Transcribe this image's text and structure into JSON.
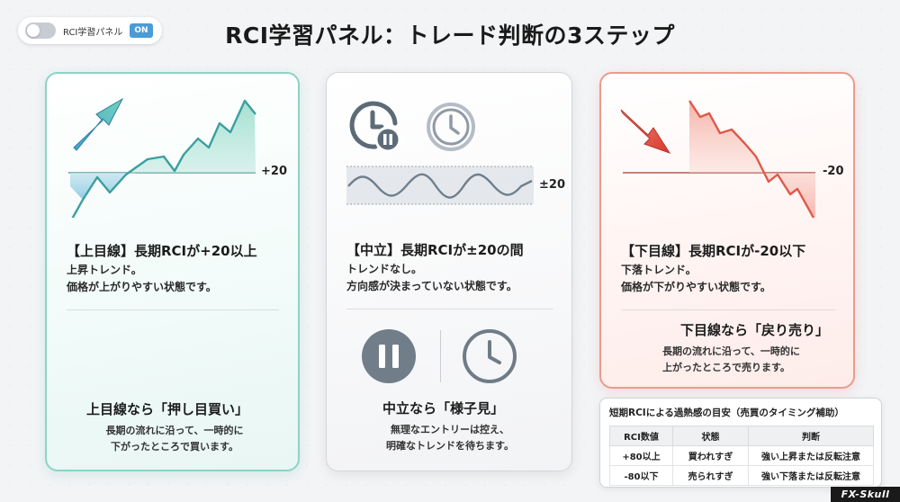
{
  "toggle": {
    "label": "RCI学習パネル",
    "state": "ON"
  },
  "title": "RCI学習パネル：トレード判断の3ステップ",
  "cards": {
    "up": {
      "level": "+20",
      "heading": "【上目線】長期RCIが+20以上",
      "desc1": "上昇トレンド。",
      "desc2": "価格が上がりやすい状態です。",
      "action": "上目線なら「押し目買い」",
      "action_desc1": "長期の流れに沿って、一時的に",
      "action_desc2": "下がったところで買います。",
      "accent": "#3aa898"
    },
    "mid": {
      "level": "±20",
      "heading": "【中立】長期RCIが±20の間",
      "desc1": "トレンドなし。",
      "desc2": "方向感が決まっていない状態です。",
      "action": "中立なら「様子見」",
      "action_desc1": "無理なエントリーは控え、",
      "action_desc2": "明確なトレンドを待ちます。",
      "accent": "#6f7a85"
    },
    "down": {
      "level": "-20",
      "heading": "【下目線】長期RCIが-20以下",
      "desc1": "下落トレンド。",
      "desc2": "価格が下がりやすい状態です。",
      "action": "下目線なら「戻り売り」",
      "action_desc1": "長期の流れに沿って、一時的に",
      "action_desc2": "上がったところで売ります。",
      "accent": "#e0584a"
    }
  },
  "table": {
    "title": "短期RCIによる過熱感の目安（売買のタイミング補助）",
    "headers": [
      "RCI数値",
      "状態",
      "判断"
    ],
    "rows": [
      [
        "+80以上",
        "買われすぎ",
        "強い上昇または反転注意"
      ],
      [
        "-80以下",
        "売られすぎ",
        "強い下落または反転注意"
      ]
    ]
  },
  "brand": "FX-Skull"
}
